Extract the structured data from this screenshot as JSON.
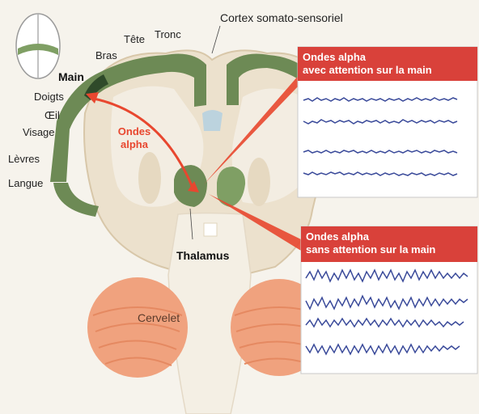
{
  "labels": {
    "cortex": "Cortex somato-sensoriel",
    "tete": "Tête",
    "tronc": "Tronc",
    "bras": "Bras",
    "main": "Main",
    "doigts": "Doigts",
    "oeil": "Œil",
    "visage": "Visage",
    "levres": "Lèvres",
    "langue": "Langue",
    "ondes_alpha": "Ondes alpha",
    "thalamus": "Thalamus",
    "cervelet": "Cervelet"
  },
  "panels": {
    "top": {
      "line1": "Ondes alpha",
      "line2": "avec attention sur la main"
    },
    "bottom": {
      "line1": "Ondes alpha",
      "line2": "sans attention sur la main"
    }
  },
  "colors": {
    "accent_red": "#d9413a",
    "arrow_red": "#e8472f",
    "cortex_green": "#6d8a55",
    "cerebellum": "#f0a27e"
  }
}
